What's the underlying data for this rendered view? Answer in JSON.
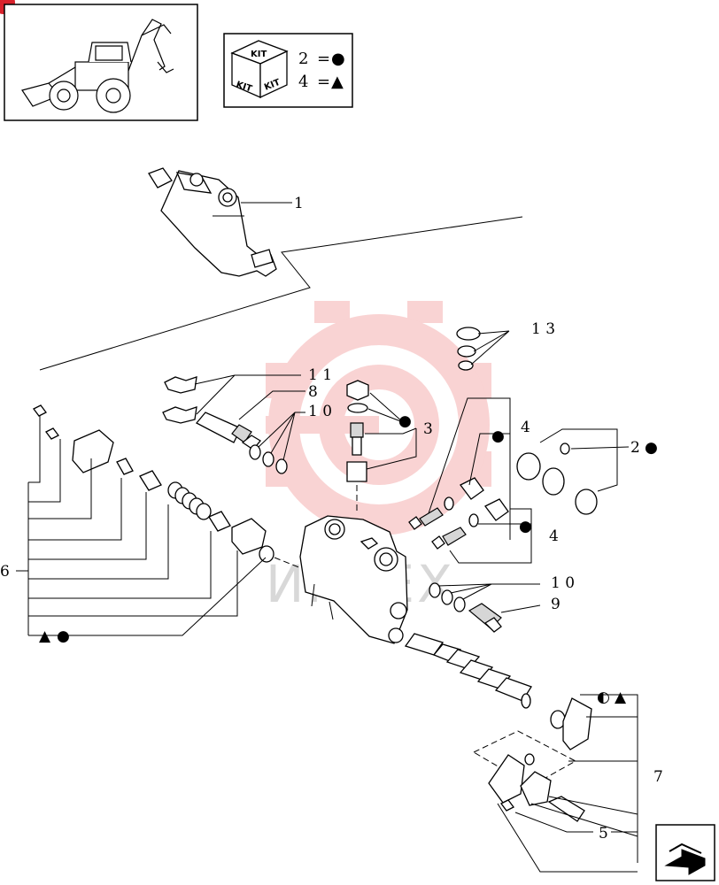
{
  "kit_legend": {
    "kit_word": "KIT",
    "rows": [
      {
        "number": "2",
        "equals": "=",
        "symbol": "●"
      },
      {
        "number": "4",
        "equals": "=",
        "symbol": "▲"
      }
    ]
  },
  "watermark": {
    "text": "ИНТЕХ",
    "color": "#e83a3a"
  },
  "callouts": {
    "c1": "1",
    "c13": "1 3",
    "c11": "1 1",
    "c8": "8",
    "c10a": "1 0",
    "c3": "3",
    "c4a": "4",
    "c2": "2",
    "c4b": "4",
    "c10b": "1 0",
    "c9": "9",
    "c6": "6",
    "c7": "7",
    "c5": "5"
  },
  "symbols": {
    "dot": "●",
    "triangle": "▲",
    "half_dot": "◐"
  },
  "icons": {
    "thumbnail": "backhoe-loader-icon",
    "nav": "next-page-arrow-icon",
    "badge": "red-corner-badge-icon"
  },
  "colors": {
    "badge": "#d9232d",
    "watermark": "#e83a3a"
  }
}
